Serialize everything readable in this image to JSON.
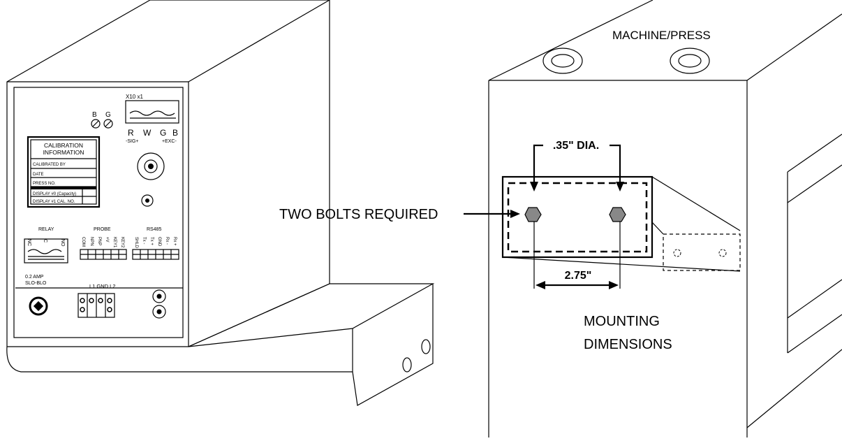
{
  "machine_label": "MACHINE/PRESS",
  "two_bolts": "TWO BOLTS REQUIRED",
  "hole_dia": ".35\" DIA.",
  "spacing": "2.75\"",
  "mounting": [
    "MOUNTING",
    "DIMENSIONS"
  ],
  "sensor": {
    "x10x1": "X10 x1",
    "terms": [
      "R",
      "W",
      "G",
      "B"
    ],
    "sig": "-SIG+",
    "exc": "+EXC-",
    "b_label": "B",
    "g_label": "G"
  },
  "calibration": {
    "title": [
      "CALIBRATION",
      "INFORMATION"
    ],
    "rows": [
      "CALIBRATED BY",
      "DATE",
      "PRESS NO.",
      "DISPLAY #0 (Capacity)",
      "DISPLAY #1 CAL. NO."
    ]
  },
  "relay": {
    "label": "RELAY",
    "terms": [
      "NC",
      "C",
      "NO"
    ]
  },
  "probe": {
    "label": "PROBE",
    "terms": [
      "COM",
      "NPN",
      "PNP",
      "+V",
      "KEY1",
      "KEY2"
    ]
  },
  "rs485": {
    "label": "RS485",
    "terms": [
      "SHLD",
      "Tx -",
      "Tx +",
      "GND",
      "Rx -",
      "Rx +"
    ]
  },
  "fuse": [
    "0.2 AMP",
    "SLO-BLO"
  ],
  "power": "L1 GND L2"
}
